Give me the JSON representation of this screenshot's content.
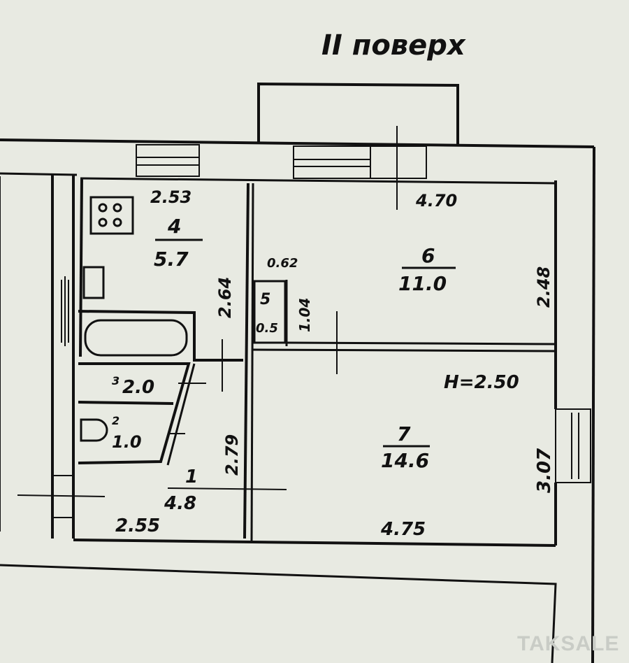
{
  "title": "ІІ поверх",
  "ceiling_height": "H=2.50",
  "rooms": [
    {
      "number": "1",
      "area": "4.8"
    },
    {
      "number": "2",
      "area": "1.0"
    },
    {
      "number": "3",
      "area": "2.0"
    },
    {
      "number": "4",
      "area": "5.7"
    },
    {
      "number": "5",
      "area": "0.5"
    },
    {
      "number": "6",
      "area": "11.0"
    },
    {
      "number": "7",
      "area": "14.6"
    }
  ],
  "dimensions": {
    "kitchen_width": "2.53",
    "kitchen_length": "2.64",
    "closet_width": "0.62",
    "closet_length": "1.04",
    "room6_width": "4.70",
    "room6_length": "2.48",
    "hall_length": "2.79",
    "hall_width": "2.55",
    "room7_width": "4.75",
    "room7_length": "3.07"
  },
  "watermark": "TAKSALE"
}
